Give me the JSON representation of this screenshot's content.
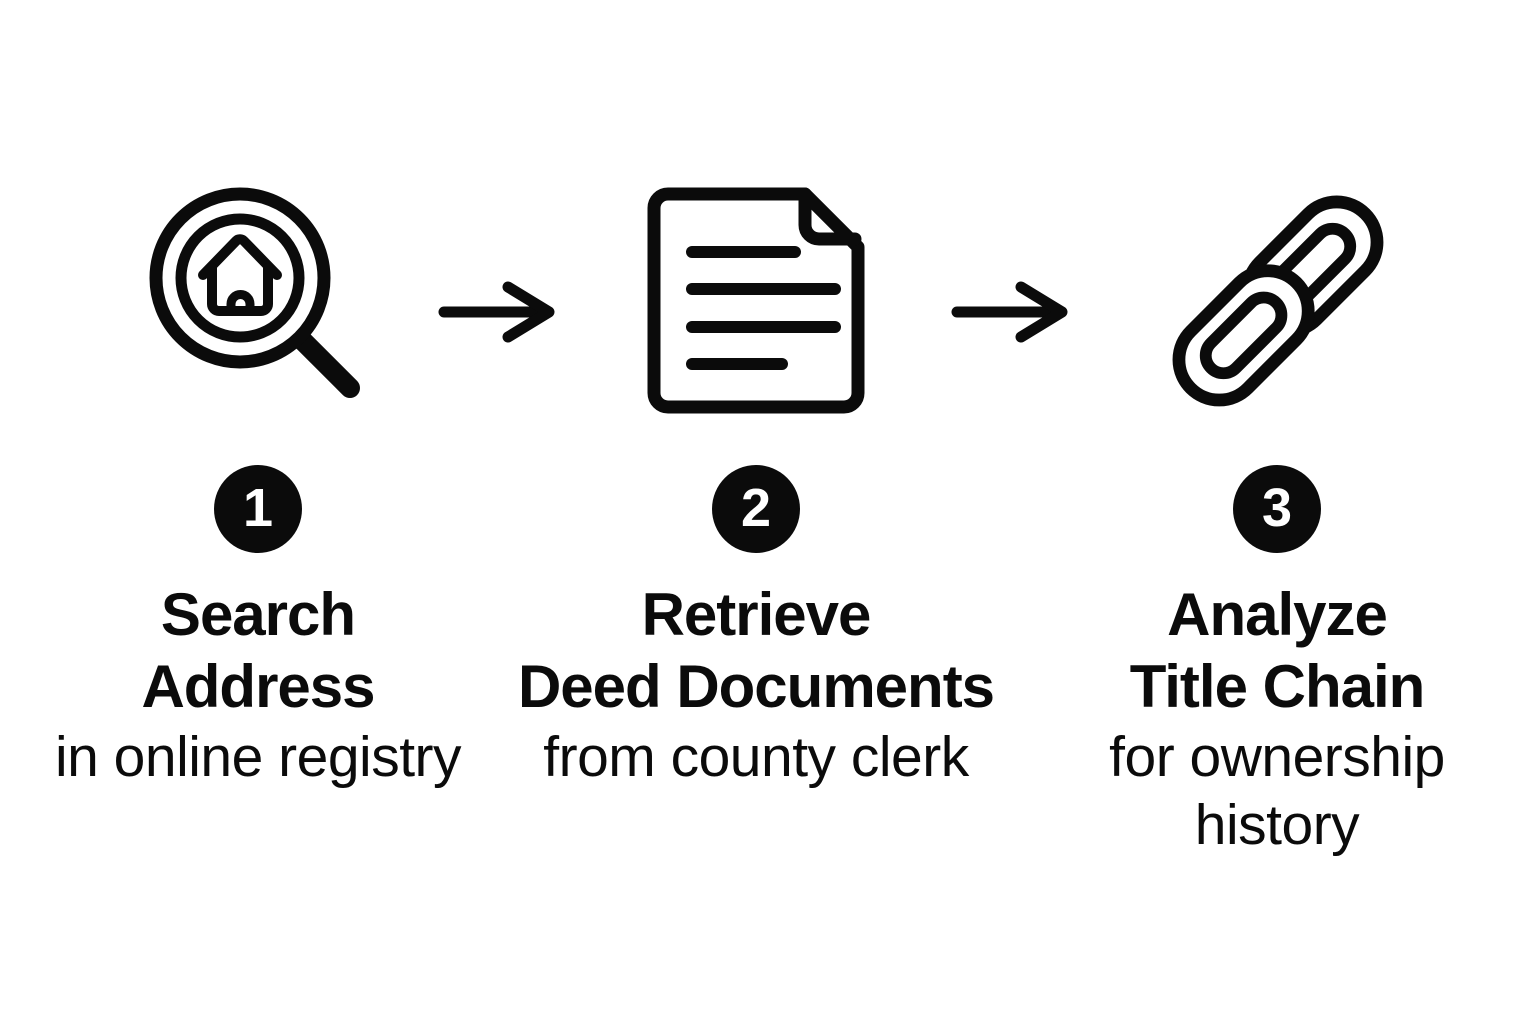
{
  "colors": {
    "background": "#ffffff",
    "ink": "#0b0b0b",
    "badge_background": "#0b0b0b",
    "badge_number": "#ffffff"
  },
  "steps": [
    {
      "number": "1",
      "icon": "house-search-icon",
      "title_lines": [
        "Search",
        "Address"
      ],
      "subtitle_lines": [
        "in online registry"
      ]
    },
    {
      "number": "2",
      "icon": "deed-document-icon",
      "title_lines": [
        "Retrieve",
        "Deed Documents"
      ],
      "subtitle_lines": [
        "from county clerk"
      ]
    },
    {
      "number": "3",
      "icon": "chain-link-icon",
      "title_lines": [
        "Analyze",
        "Title Chain"
      ],
      "subtitle_lines": [
        "for ownership",
        "history"
      ]
    }
  ],
  "connectors": [
    {
      "icon": "right-arrow-icon",
      "direction": "right"
    },
    {
      "icon": "right-arrow-icon",
      "direction": "right"
    }
  ]
}
